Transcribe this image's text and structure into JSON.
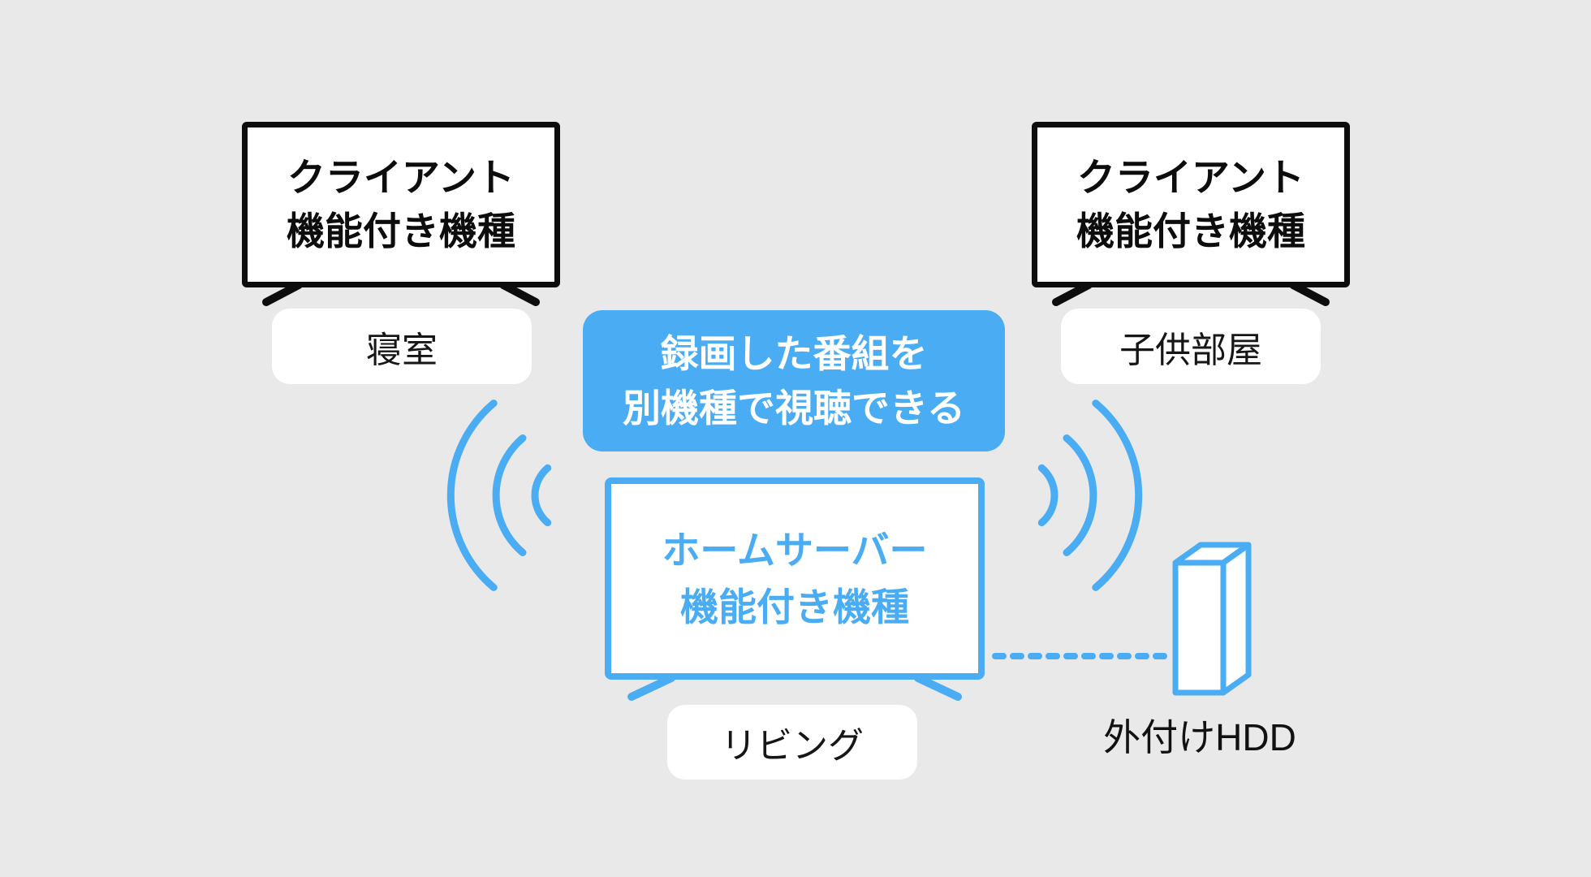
{
  "canvas": {
    "background": "#e9e9ea"
  },
  "colors": {
    "accent_blue": "#4aadf3",
    "outline_black": "#0d0d0d",
    "box_white": "#ffffff"
  },
  "bedroom_tv": {
    "line1": "クライアント",
    "line2": "機能付き機種",
    "room": "寝室"
  },
  "kids_tv": {
    "line1": "クライアント",
    "line2": "機能付き機種",
    "room": "子供部屋"
  },
  "callout": {
    "line1": "録画した番組を",
    "line2": "別機種で視聴できる"
  },
  "server_tv": {
    "line1": "ホームサーバー",
    "line2": "機能付き機種",
    "room": "リビング"
  },
  "hdd": {
    "label": "外付けHDD"
  }
}
